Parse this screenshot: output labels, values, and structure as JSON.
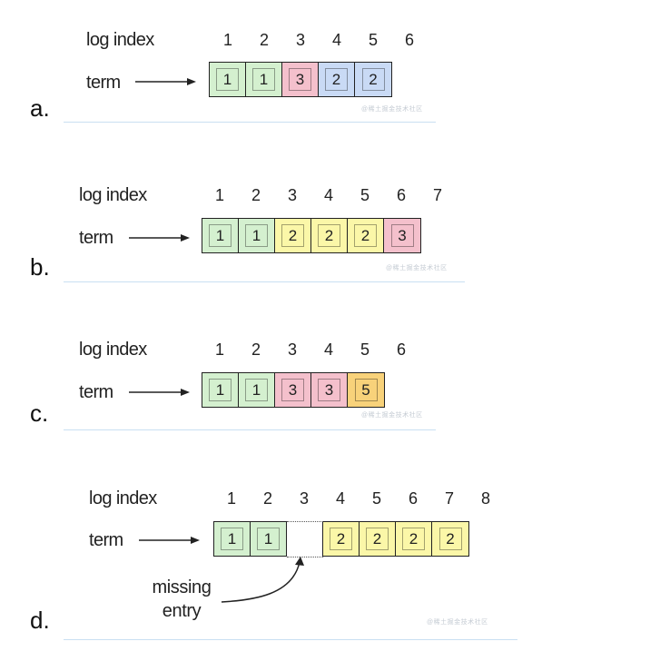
{
  "labels": {
    "log_index": "log index",
    "term": "term",
    "missing_entry_line1": "missing",
    "missing_entry_line2": "entry"
  },
  "colors": {
    "green": "#d4f0cf",
    "pink": "#f4c0cc",
    "blue": "#c9daf5",
    "yellow": "#fbf7a8",
    "orange": "#f8d27a",
    "underline": "#c9dff2"
  },
  "panels": [
    {
      "letter": "a.",
      "indices": [
        "1",
        "2",
        "3",
        "4",
        "5",
        "6"
      ],
      "entries": [
        {
          "term": "1",
          "color": "green"
        },
        {
          "term": "1",
          "color": "green"
        },
        {
          "term": "3",
          "color": "pink"
        },
        {
          "term": "2",
          "color": "blue"
        },
        {
          "term": "2",
          "color": "blue"
        }
      ]
    },
    {
      "letter": "b.",
      "indices": [
        "1",
        "2",
        "3",
        "4",
        "5",
        "6",
        "7"
      ],
      "entries": [
        {
          "term": "1",
          "color": "green"
        },
        {
          "term": "1",
          "color": "green"
        },
        {
          "term": "2",
          "color": "yellow"
        },
        {
          "term": "2",
          "color": "yellow"
        },
        {
          "term": "2",
          "color": "yellow"
        },
        {
          "term": "3",
          "color": "pink"
        }
      ]
    },
    {
      "letter": "c.",
      "indices": [
        "1",
        "2",
        "3",
        "4",
        "5",
        "6"
      ],
      "entries": [
        {
          "term": "1",
          "color": "green"
        },
        {
          "term": "1",
          "color": "green"
        },
        {
          "term": "3",
          "color": "pink"
        },
        {
          "term": "3",
          "color": "pink"
        },
        {
          "term": "5",
          "color": "orange"
        }
      ]
    },
    {
      "letter": "d.",
      "indices": [
        "1",
        "2",
        "3",
        "4",
        "5",
        "6",
        "7",
        "8"
      ],
      "entries": [
        {
          "term": "1",
          "color": "green"
        },
        {
          "term": "1",
          "color": "green"
        },
        {
          "term": "",
          "color": "missing"
        },
        {
          "term": "2",
          "color": "yellow"
        },
        {
          "term": "2",
          "color": "yellow"
        },
        {
          "term": "2",
          "color": "yellow"
        },
        {
          "term": "2",
          "color": "yellow"
        }
      ]
    }
  ]
}
